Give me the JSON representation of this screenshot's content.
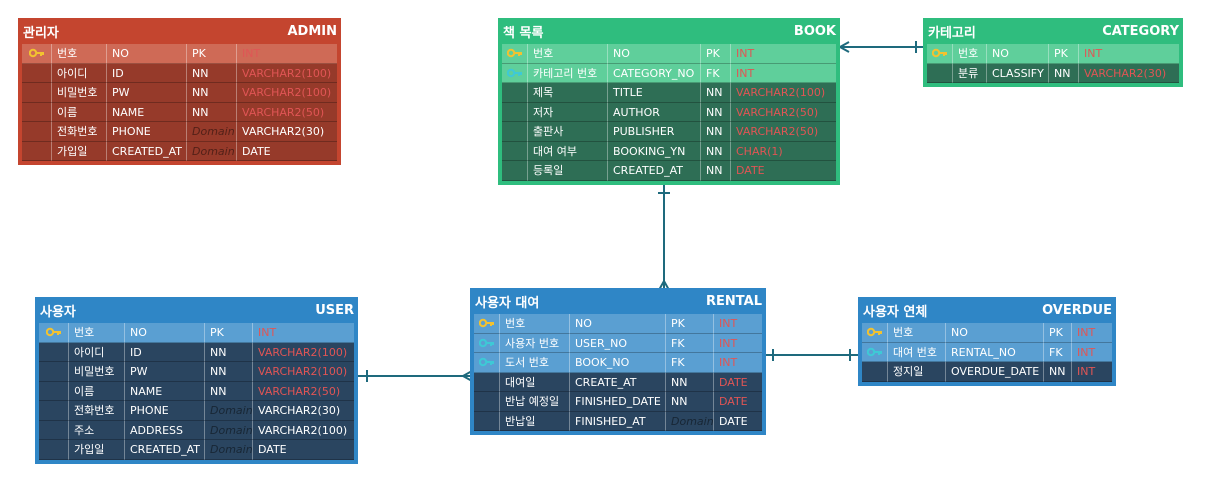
{
  "colors": {
    "admin": "#c4452f",
    "book": "#2fbd7e",
    "category": "#2fbd7e",
    "user": "#2f86c6",
    "rental": "#2f86c6",
    "overdue": "#2f86c6",
    "line": "#1e6a7d",
    "type_highlight": "#e05555",
    "pk_key": "#f2c230",
    "fk_key": "#3ec9d6"
  },
  "tables": [
    {
      "id": "admin",
      "title_left": "관리자",
      "title_right": "ADMIN",
      "rows": [
        {
          "key": "pk",
          "label": "번호",
          "column": "NO",
          "constraint": "PK",
          "type": "INT",
          "type_red": true
        },
        {
          "key": "",
          "label": "아이디",
          "column": "ID",
          "constraint": "NN",
          "type": "VARCHAR2(100)",
          "type_red": true
        },
        {
          "key": "",
          "label": "비밀번호",
          "column": "PW",
          "constraint": "NN",
          "type": "VARCHAR2(100)",
          "type_red": true
        },
        {
          "key": "",
          "label": "이름",
          "column": "NAME",
          "constraint": "NN",
          "type": "VARCHAR2(50)",
          "type_red": true
        },
        {
          "key": "",
          "label": "전화번호",
          "column": "PHONE",
          "constraint": "Domain",
          "type": "VARCHAR2(30)",
          "type_red": false
        },
        {
          "key": "",
          "label": "가입일",
          "column": "CREATED_AT",
          "constraint": "Domain",
          "type": "DATE",
          "type_red": false
        }
      ]
    },
    {
      "id": "book",
      "title_left": "책 목록",
      "title_right": "BOOK",
      "rows": [
        {
          "key": "pk",
          "label": "번호",
          "column": "NO",
          "constraint": "PK",
          "type": "INT",
          "type_red": true
        },
        {
          "key": "fk",
          "label": "카테고리 번호",
          "column": "CATEGORY_NO",
          "constraint": "FK",
          "type": "INT",
          "type_red": true
        },
        {
          "key": "",
          "label": "제목",
          "column": "TITLE",
          "constraint": "NN",
          "type": "VARCHAR2(100)",
          "type_red": true
        },
        {
          "key": "",
          "label": "저자",
          "column": "AUTHOR",
          "constraint": "NN",
          "type": "VARCHAR2(50)",
          "type_red": true
        },
        {
          "key": "",
          "label": "출판사",
          "column": "PUBLISHER",
          "constraint": "NN",
          "type": "VARCHAR2(50)",
          "type_red": true
        },
        {
          "key": "",
          "label": "대여 여부",
          "column": "BOOKING_YN",
          "constraint": "NN",
          "type": "CHAR(1)",
          "type_red": true
        },
        {
          "key": "",
          "label": "등록일",
          "column": "CREATED_AT",
          "constraint": "NN",
          "type": "DATE",
          "type_red": true
        }
      ]
    },
    {
      "id": "category",
      "title_left": "카테고리",
      "title_right": "CATEGORY",
      "rows": [
        {
          "key": "pk",
          "label": "번호",
          "column": "NO",
          "constraint": "PK",
          "type": "INT",
          "type_red": true
        },
        {
          "key": "",
          "label": "분류",
          "column": "CLASSIFY",
          "constraint": "NN",
          "type": "VARCHAR2(30)",
          "type_red": true
        }
      ]
    },
    {
      "id": "user",
      "title_left": "사용자",
      "title_right": "USER",
      "rows": [
        {
          "key": "pk",
          "label": "번호",
          "column": "NO",
          "constraint": "PK",
          "type": "INT",
          "type_red": true
        },
        {
          "key": "",
          "label": "아이디",
          "column": "ID",
          "constraint": "NN",
          "type": "VARCHAR2(100)",
          "type_red": true
        },
        {
          "key": "",
          "label": "비밀번호",
          "column": "PW",
          "constraint": "NN",
          "type": "VARCHAR2(100)",
          "type_red": true
        },
        {
          "key": "",
          "label": "이름",
          "column": "NAME",
          "constraint": "NN",
          "type": "VARCHAR2(50)",
          "type_red": true
        },
        {
          "key": "",
          "label": "전화번호",
          "column": "PHONE",
          "constraint": "Domain",
          "type": "VARCHAR2(30)",
          "type_red": false
        },
        {
          "key": "",
          "label": "주소",
          "column": "ADDRESS",
          "constraint": "Domain",
          "type": "VARCHAR2(100)",
          "type_red": false
        },
        {
          "key": "",
          "label": "가입일",
          "column": "CREATED_AT",
          "constraint": "Domain",
          "type": "DATE",
          "type_red": false
        }
      ]
    },
    {
      "id": "rental",
      "title_left": "사용자 대여",
      "title_right": "RENTAL",
      "rows": [
        {
          "key": "pk",
          "label": "번호",
          "column": "NO",
          "constraint": "PK",
          "type": "INT",
          "type_red": true
        },
        {
          "key": "fk",
          "label": "사용자 번호",
          "column": "USER_NO",
          "constraint": "FK",
          "type": "INT",
          "type_red": true
        },
        {
          "key": "fk",
          "label": "도서 번호",
          "column": "BOOK_NO",
          "constraint": "FK",
          "type": "INT",
          "type_red": true
        },
        {
          "key": "",
          "label": "대여일",
          "column": "CREATE_AT",
          "constraint": "NN",
          "type": "DATE",
          "type_red": true
        },
        {
          "key": "",
          "label": "반납 예정일",
          "column": "FINISHED_DATE",
          "constraint": "NN",
          "type": "DATE",
          "type_red": true
        },
        {
          "key": "",
          "label": "반납일",
          "column": "FINISHED_AT",
          "constraint": "Domain",
          "type": "DATE",
          "type_red": false
        }
      ]
    },
    {
      "id": "overdue",
      "title_left": "사용자 연체",
      "title_right": "OVERDUE",
      "rows": [
        {
          "key": "pk",
          "label": "번호",
          "column": "NO",
          "constraint": "PK",
          "type": "INT",
          "type_red": true
        },
        {
          "key": "fk",
          "label": "대여 번호",
          "column": "RENTAL_NO",
          "constraint": "FK",
          "type": "INT",
          "type_red": true
        },
        {
          "key": "",
          "label": "정지일",
          "column": "OVERDUE_DATE",
          "constraint": "NN",
          "type": "INT",
          "type_red": true
        }
      ]
    }
  ],
  "relationships": [
    {
      "from": "category",
      "to": "book",
      "from_end": "one",
      "to_end": "many"
    },
    {
      "from": "book",
      "to": "rental",
      "from_end": "one",
      "to_end": "many"
    },
    {
      "from": "user",
      "to": "rental",
      "from_end": "one",
      "to_end": "many"
    },
    {
      "from": "rental",
      "to": "overdue",
      "from_end": "one",
      "to_end": "one"
    }
  ]
}
